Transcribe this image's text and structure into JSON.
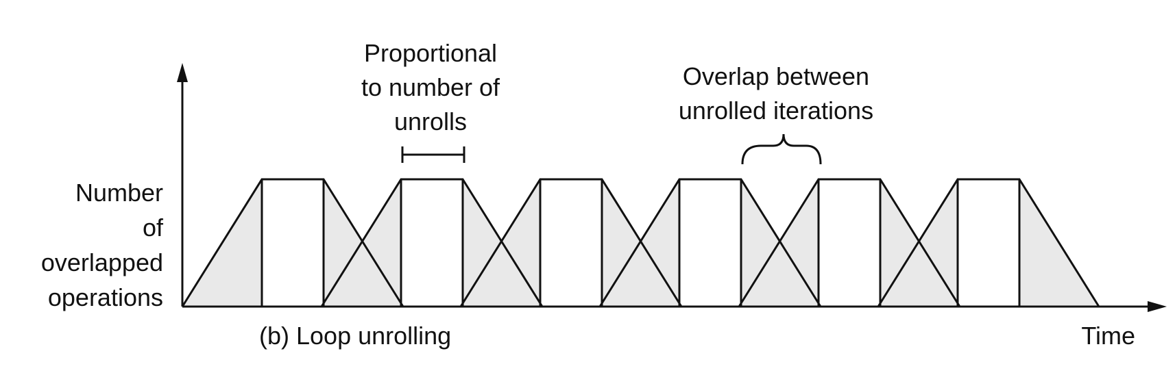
{
  "y_axis_label": [
    "Number",
    "of",
    "overlapped",
    "operations"
  ],
  "x_axis_label": "Time",
  "caption": "(b) Loop unrolling",
  "annotation_proportional": [
    "Proportional",
    "to number of",
    "unrolls"
  ],
  "annotation_overlap": [
    "Overlap between",
    "unrolled iterations"
  ],
  "iterations": 6,
  "colors": {
    "line": "#111111",
    "shade": "#e9e9e9",
    "background": "#ffffff"
  }
}
